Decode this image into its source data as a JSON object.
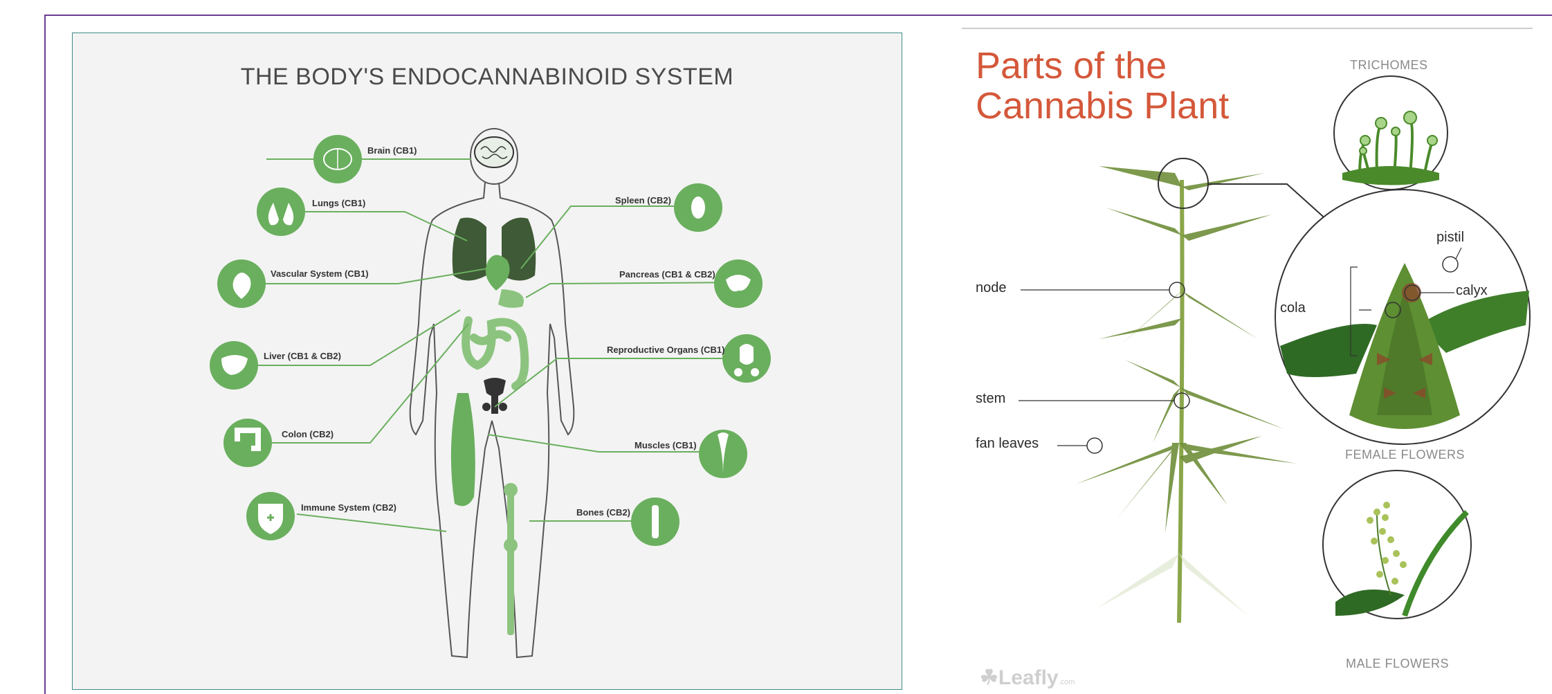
{
  "ecs": {
    "title": "THE BODY'S ENDOCANNABINOID SYSTEM",
    "organs_left": [
      {
        "label": "Brain (CB1)",
        "icon": "brain-icon"
      },
      {
        "label": "Lungs (CB1)",
        "icon": "lungs-icon"
      },
      {
        "label": "Vascular System (CB1)",
        "icon": "heart-icon"
      },
      {
        "label": "Liver (CB1 & CB2)",
        "icon": "liver-icon"
      },
      {
        "label": "Colon (CB2)",
        "icon": "colon-icon"
      },
      {
        "label": "Immune System (CB2)",
        "icon": "shield-icon"
      }
    ],
    "organs_right": [
      {
        "label": "Spleen (CB2)",
        "icon": "spleen-icon"
      },
      {
        "label": "Pancreas (CB1 & CB2)",
        "icon": "pancreas-icon"
      },
      {
        "label": "Reproductive Organs (CB1)",
        "icon": "reproductive-icon"
      },
      {
        "label": "Muscles (CB1)",
        "icon": "muscle-icon"
      },
      {
        "label": "Bones (CB2)",
        "icon": "bone-icon"
      }
    ],
    "colors": {
      "accent": "#6aaf5e",
      "dark": "#3f5a36",
      "title": "#4a4a4a"
    }
  },
  "plant": {
    "title_line1": "Parts of the",
    "title_line2": "Cannabis Plant",
    "trichomes": "TRICHOMES",
    "female_flowers": "FEMALE FLOWERS",
    "male_flowers": "MALE FLOWERS",
    "labels": {
      "node": "node",
      "stem": "stem",
      "fan_leaves": "fan leaves",
      "pistil": "pistil",
      "calyx": "calyx",
      "cola": "cola"
    },
    "logo": "Leafly",
    "logo_suffix": ".com",
    "colors": {
      "title": "#d4583a",
      "leaf": "#6f8f3a"
    }
  }
}
